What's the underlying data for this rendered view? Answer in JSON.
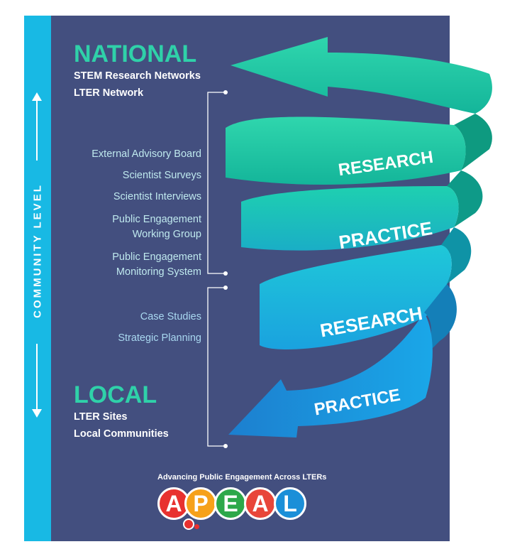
{
  "sidebar": {
    "label": "COMMUNITY LEVEL"
  },
  "national": {
    "title": "NATIONAL",
    "items": [
      "STEM Research Networks",
      "LTER Network"
    ]
  },
  "local": {
    "title": "LOCAL",
    "items": [
      "LTER Sites",
      "Local Communities"
    ]
  },
  "upper_activities": [
    "External Advisory Board",
    "Scientist Surveys",
    "Scientist Interviews",
    "Public Engagement\nWorking Group",
    "Public Engagement\nMonitoring System"
  ],
  "lower_activities": [
    "Case Studies",
    "Strategic Planning"
  ],
  "spiral": {
    "bands": [
      "RESEARCH",
      "PRACTICE",
      "RESEARCH",
      "PRACTICE"
    ]
  },
  "footer": {
    "tagline": "Advancing Public Engagement Across LTERs",
    "logo_letters": [
      "A",
      "P",
      "E",
      "A",
      "L"
    ]
  },
  "colors": {
    "panel": "#434f7f",
    "sidebar": "#18b9e4",
    "title_green": "#2fd1a9",
    "band_top": "#1fc8a4",
    "band_bottom": "#1aa3e0",
    "logo_colors": [
      "#e8312f",
      "#f6a11a",
      "#2da84a",
      "#e8463a",
      "#1b8fd8"
    ]
  }
}
